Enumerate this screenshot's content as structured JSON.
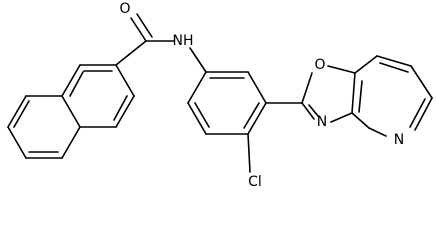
{
  "molecule": {
    "atoms": {
      "O_carbonyl": "O",
      "N_amide": "NH",
      "O_oxazole": "O",
      "N_oxazole": "N",
      "N_pyridine": "N",
      "Cl": "Cl"
    }
  }
}
